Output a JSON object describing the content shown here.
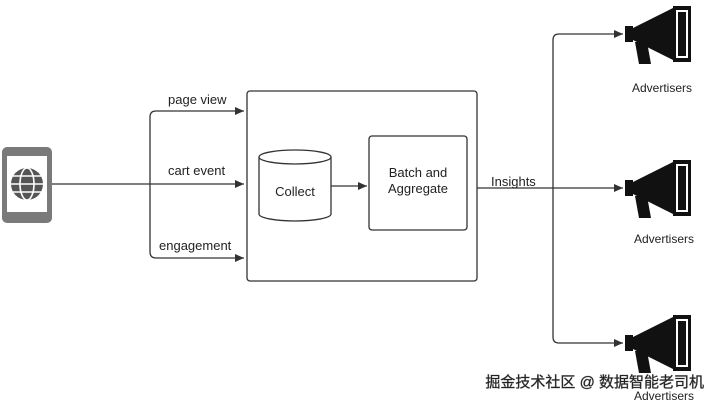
{
  "edges": {
    "page_view": "page view",
    "cart_event": "cart event",
    "engagement": "engagement",
    "insights": "Insights"
  },
  "nodes": {
    "collect": "Collect",
    "batch_line1": "Batch and",
    "batch_line2": "Aggregate"
  },
  "advertisers": [
    {
      "label": "Advertisers"
    },
    {
      "label": "Advertisers"
    },
    {
      "label": "Advertisers"
    }
  ],
  "icons": {
    "source": "mobile-phone-globe-icon",
    "advertiser": "megaphone-icon"
  },
  "colors": {
    "stroke": "#333333",
    "icon_fill": "#111111",
    "phone_gray": "#777777"
  },
  "watermark": "掘金技术社区 @ 数据智能老司机"
}
